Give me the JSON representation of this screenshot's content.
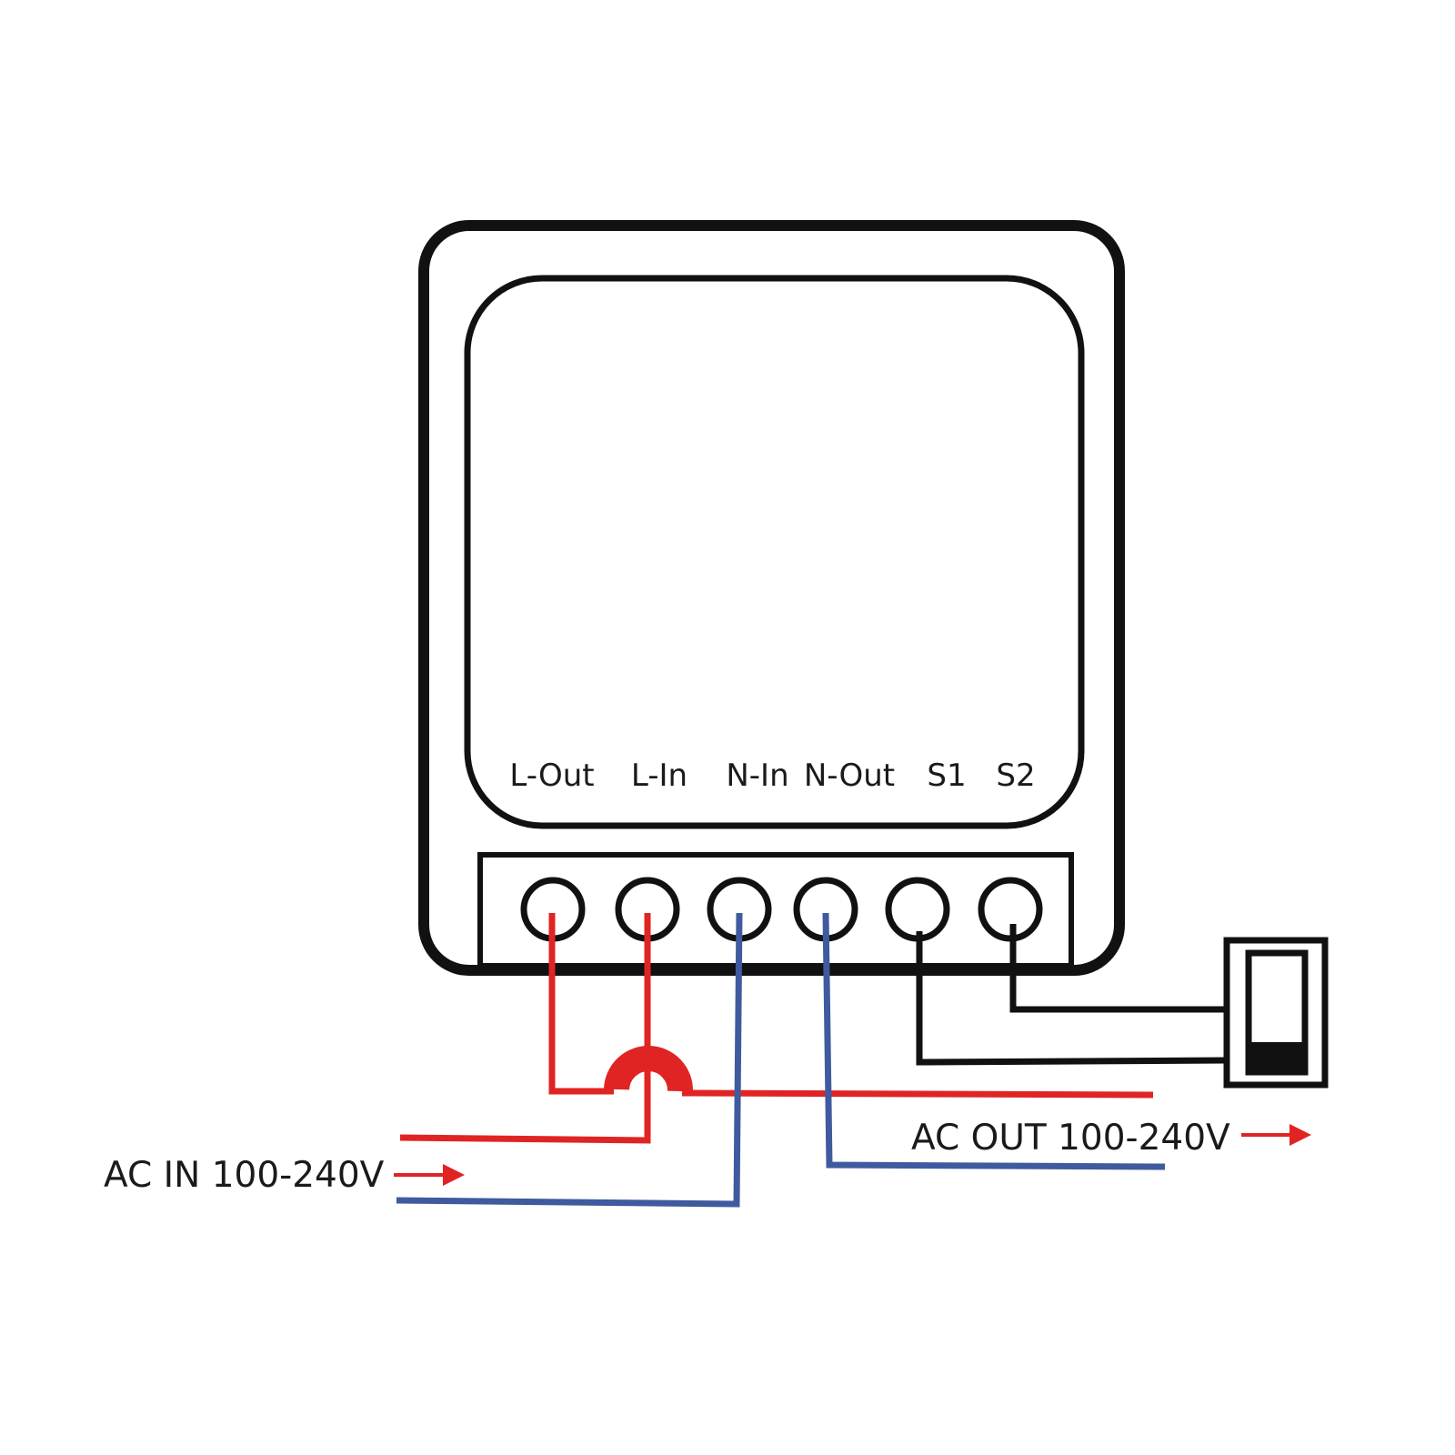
{
  "terminals": [
    {
      "id": "l-out",
      "label": "L-Out"
    },
    {
      "id": "l-in",
      "label": "L-In"
    },
    {
      "id": "n-in",
      "label": "N-In"
    },
    {
      "id": "n-out",
      "label": "N-Out"
    },
    {
      "id": "s1",
      "label": "S1"
    },
    {
      "id": "s2",
      "label": "S2"
    }
  ],
  "ac_in": {
    "label": "AC IN 100-240V"
  },
  "ac_out": {
    "label": "AC OUT 100-240V"
  },
  "colors": {
    "outline": "#111111",
    "live": "#e02424",
    "neutral": "#3f5a9e",
    "switch_wire": "#111111"
  },
  "icons": {
    "switch": "external-switch-icon",
    "arrow": "arrow-right-icon"
  }
}
